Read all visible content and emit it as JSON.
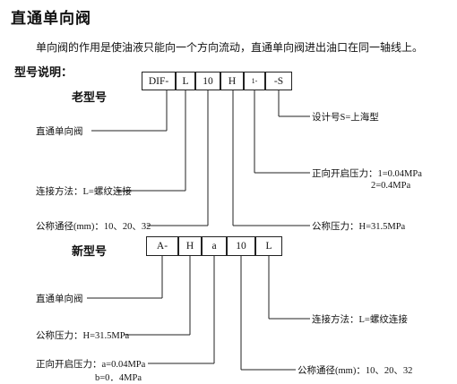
{
  "title": "直通单向阀",
  "intro": "单向阀的作用是使油液只能向一个方向流动，直通单向阀进出油口在同一轴线上。",
  "model_heading": "型号说明：",
  "old": {
    "heading": "老型号",
    "boxes": [
      "DIF-",
      "L",
      "10",
      "H",
      "1-",
      "-S"
    ],
    "labels": {
      "valve": "直通单向阀",
      "design": "设计号S=上海型",
      "pressure1": "正向开启压力：1=0.04MPa",
      "pressure2": "2=0.4MPa",
      "connection": "连接方法：L=螺纹连接",
      "diameter": "公称通径(mm)：10、20、32",
      "nominal_pressure": "公称压力：H=31.5MPa"
    }
  },
  "new": {
    "heading": "新型号",
    "boxes": [
      "A-",
      "H",
      "a",
      "10",
      "L"
    ],
    "labels": {
      "valve": "直通单向阀",
      "connection": "连接方法：L=螺纹连接",
      "nominal_pressure": "公称压力：H=31.5MPa",
      "pressure1": "正向开启压力：a=0.04MPa",
      "pressure2": "b=0．4MPa",
      "diameter": "公称通径(mm)：10、20、32"
    }
  }
}
